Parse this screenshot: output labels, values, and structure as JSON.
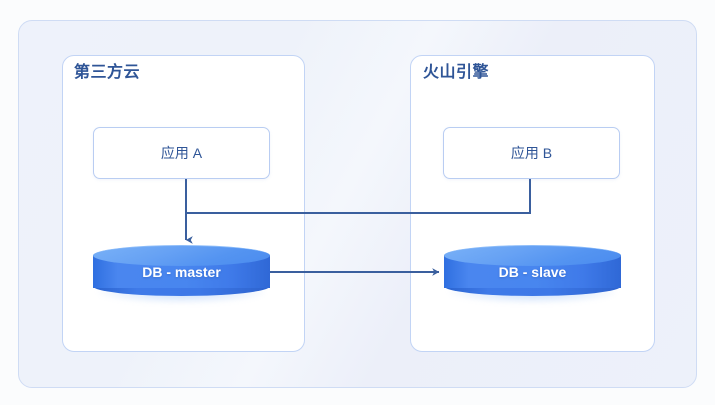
{
  "diagram": {
    "title_visible": false,
    "background_color": "#fbfcfd",
    "container": {
      "name": "architecture-container",
      "border_color": "#cfdcf4",
      "fill_gradient": "#eef2fb -> #f4f7fc -> #edf1fa"
    },
    "panels": [
      {
        "id": "third-party-cloud",
        "title": "第三方云",
        "title_color": "#2f5597",
        "border_color": "#c2d4f5",
        "fill_color": "#ffffff"
      },
      {
        "id": "volcano-engine",
        "title": "火山引擎",
        "title_color": "#2f5597",
        "border_color": "#c2d4f5",
        "fill_color": "#ffffff"
      }
    ],
    "nodes": [
      {
        "id": "app-a",
        "type": "box",
        "label": "应用 A",
        "panel": "third-party-cloud",
        "text_color": "#2f5597",
        "border_color": "#b9cdf2",
        "fill_color": "#ffffff"
      },
      {
        "id": "app-b",
        "type": "box",
        "label": "应用 B",
        "panel": "volcano-engine",
        "text_color": "#2f5597",
        "border_color": "#b9cdf2",
        "fill_color": "#ffffff"
      },
      {
        "id": "db-master",
        "type": "cylinder",
        "label": "DB - master",
        "panel": "third-party-cloud",
        "text_color": "#ffffff",
        "fill_color": "#4886ef",
        "top_color": "#6ca6f5"
      },
      {
        "id": "db-slave",
        "type": "cylinder",
        "label": "DB - slave",
        "panel": "volcano-engine",
        "text_color": "#ffffff",
        "fill_color": "#4886ef",
        "top_color": "#6ca6f5"
      }
    ],
    "edges": [
      {
        "id": "app-a-to-db-master",
        "from": "app-a",
        "to": "db-master",
        "arrow": true,
        "style": "orthogonal",
        "color": "#3a5f9e"
      },
      {
        "id": "app-b-to-db-master",
        "from": "app-b",
        "to": "db-master",
        "arrow": false,
        "style": "orthogonal",
        "color": "#3a5f9e"
      },
      {
        "id": "db-master-to-db-slave",
        "from": "db-master",
        "to": "db-slave",
        "arrow": true,
        "style": "straight",
        "color": "#3a5f9e"
      }
    ]
  }
}
